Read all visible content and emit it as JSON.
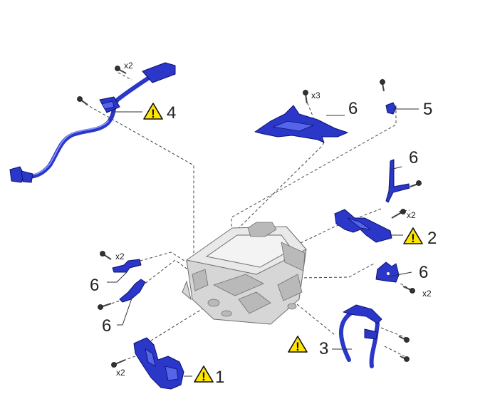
{
  "callouts": [
    {
      "id": "c1",
      "number": "1"
    },
    {
      "id": "c2",
      "number": "2"
    },
    {
      "id": "c3",
      "number": "3"
    },
    {
      "id": "c4",
      "number": "4"
    },
    {
      "id": "c5",
      "number": "5"
    },
    {
      "id": "c6a",
      "number": "6"
    },
    {
      "id": "c6b",
      "number": "6"
    },
    {
      "id": "c6c",
      "number": "6"
    },
    {
      "id": "c6d",
      "number": "6"
    },
    {
      "id": "c6e",
      "number": "6"
    }
  ],
  "quantities": [
    {
      "id": "q4",
      "label": "x2"
    },
    {
      "id": "q6top",
      "label": "x3"
    },
    {
      "id": "q2",
      "label": "x2"
    },
    {
      "id": "q6left",
      "label": "x2"
    },
    {
      "id": "q6right",
      "label": "x2"
    },
    {
      "id": "q1",
      "label": "x2"
    }
  ],
  "warning": {
    "symbol": "!",
    "color": "#ffe600"
  },
  "colors": {
    "part_blue": "#2a37c8",
    "inverter_gray": "#e9e9e9"
  }
}
